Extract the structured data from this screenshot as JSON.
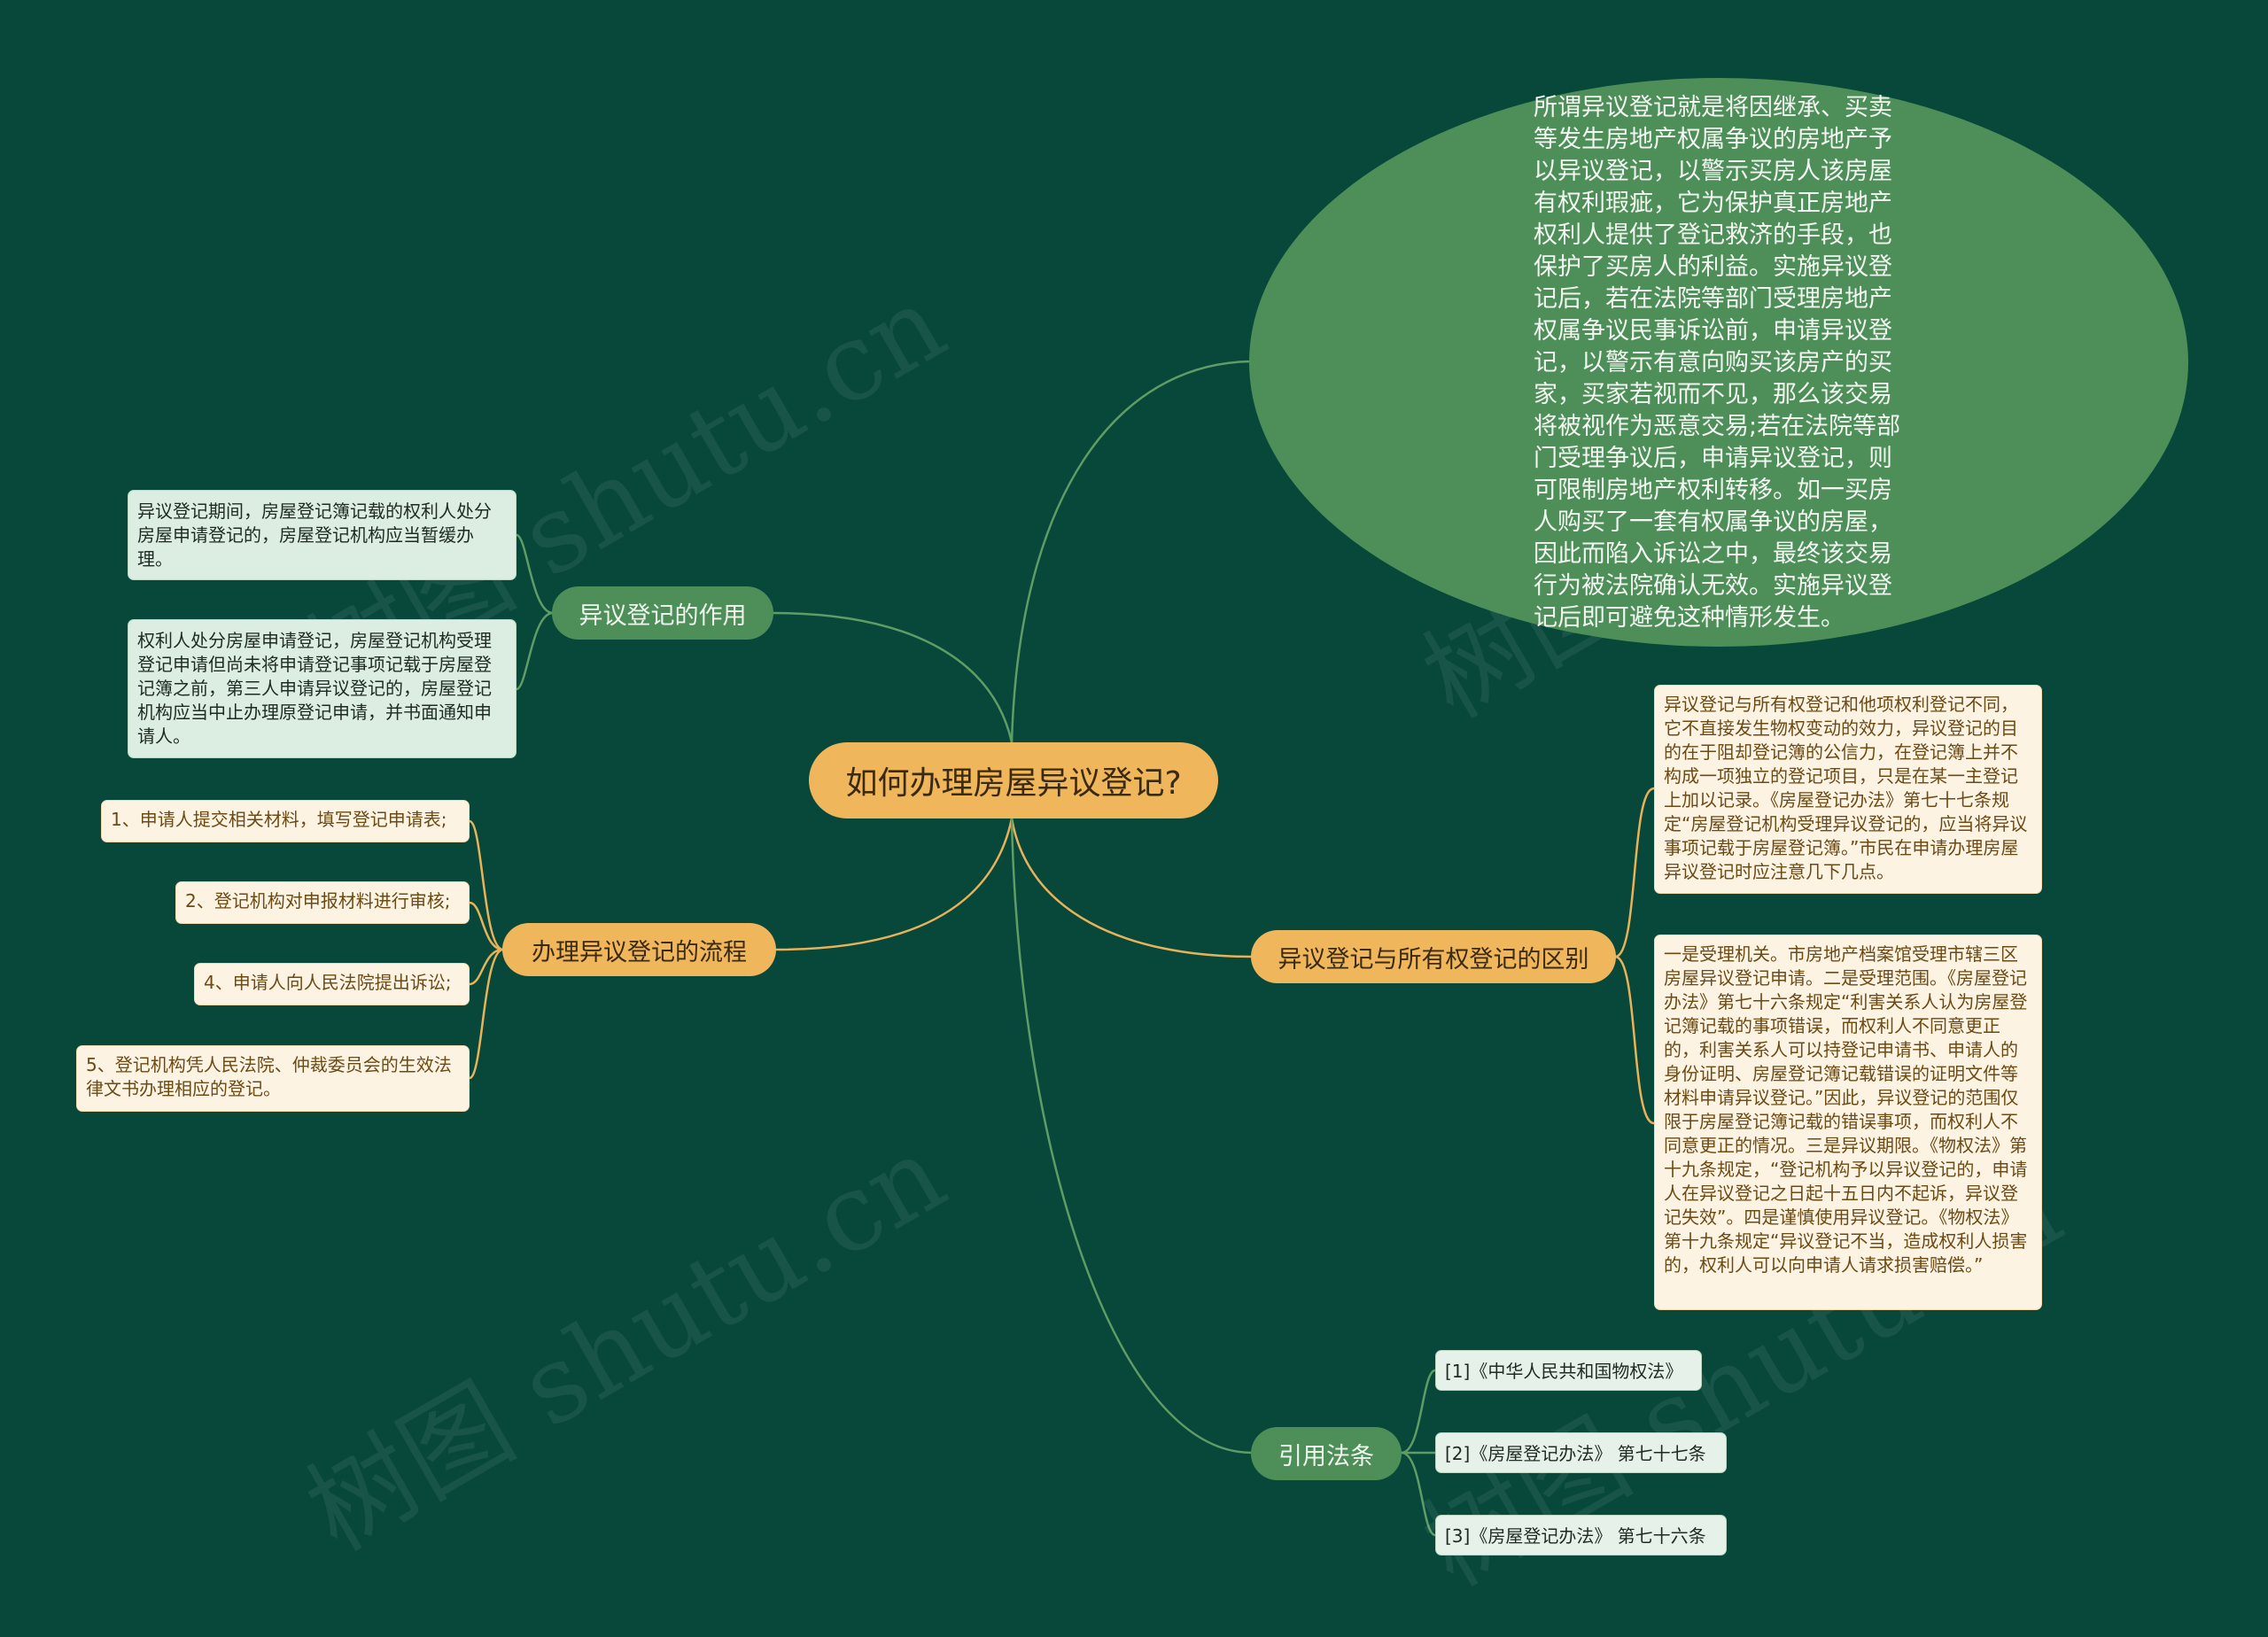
{
  "root": {
    "label": "如何办理房屋异议登记?"
  },
  "colors": {
    "background": "#07483a",
    "green_branch": "#4e8f59",
    "orange_branch": "#f0b65c",
    "link_green": "#5f9c66",
    "link_orange": "#e8b25a"
  },
  "definition": {
    "text": "所谓异议登记就是将因继承、买卖\n等发生房地产权属争议的房地产予\n以异议登记，以警示买房人该房屋\n有权利瑕疵，它为保护真正房地产\n权利人提供了登记救济的手段，也\n保护了买房人的利益。实施异议登\n记后，若在法院等部门受理房地产\n权属争议民事诉讼前，申请异议登\n记，以警示有意向购买该房产的买\n家，买家若视而不见，那么该交易\n将被视作为恶意交易;若在法院等部\n门受理争议后，申请异议登记，则\n可限制房地产权利转移。如一买房\n人购买了一套有权属争议的房屋，\n因此而陷入诉讼之中，最终该交易\n行为被法院确认无效。实施异议登\n记后即可避免这种情形发生。"
  },
  "role": {
    "label": "异议登记的作用",
    "items": [
      "异议登记期间，房屋登记簿记载的权利人处分房屋申请登记的，房屋登记机构应当暂缓办理。",
      "权利人处分房屋申请登记，房屋登记机构受理登记申请但尚未将申请登记事项记载于房屋登记簿之前，第三人申请异议登记的，房屋登记机构应当中止办理原登记申请，并书面通知申请人。"
    ]
  },
  "process": {
    "label": "办理异议登记的流程",
    "items": [
      "1、申请人提交相关材料，填写登记申请表;",
      "2、登记机构对申报材料进行审核;",
      "4、申请人向人民法院提出诉讼;",
      "5、登记机构凭人民法院、仲裁委员会的生效法律文书办理相应的登记。"
    ]
  },
  "difference": {
    "label": "异议登记与所有权登记的区别",
    "items": [
      "异议登记与所有权登记和他项权利登记不同，它不直接发生物权变动的效力，异议登记的目的在于阻却登记簿的公信力，在登记簿上并不构成一项独立的登记项目，只是在某一主登记上加以记录。《房屋登记办法》第七十七条规定“房屋登记机构受理异议登记的，应当将异议事项记载于房屋登记簿。”市民在申请办理房屋异议登记时应注意几下几点。",
      "一是受理机关。市房地产档案馆受理市辖三区房屋异议登记申请。二是受理范围。《房屋登记办法》第七十六条规定“利害关系人认为房屋登记簿记载的事项错误，而权利人不同意更正的，利害关系人可以持登记申请书、申请人的身份证明、房屋登记簿记载错误的证明文件等材料申请异议登记。”因此，异议登记的范围仅限于房屋登记簿记载的错误事项，而权利人不同意更正的情况。三是异议期限。《物权法》第十九条规定，“登记机构予以异议登记的，申请人在异议登记之日起十五日内不起诉，异议登记失效”。四是谨慎使用异议登记。《物权法》第十九条规定“异议登记不当，造成权利人损害的，权利人可以向申请人请求损害赔偿。”"
    ]
  },
  "laws": {
    "label": "引用法条",
    "items": [
      "[1]《中华人民共和国物权法》",
      "[2]《房屋登记办法》 第七十七条",
      "[3]《房屋登记办法》 第七十六条"
    ]
  },
  "watermark": {
    "text": "树图 shutu.cn"
  }
}
